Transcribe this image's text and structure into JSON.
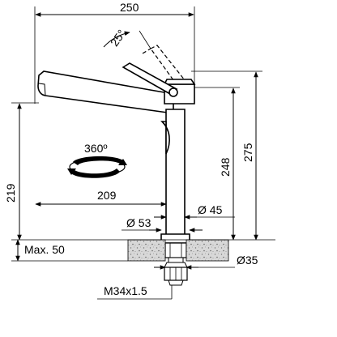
{
  "dimensions": {
    "total_width": "250",
    "swivel_angle": "25°",
    "rotation": "360º",
    "total_height": "275",
    "spout_height": "248",
    "spout_reach": "209",
    "clearance_height": "219",
    "body_diameter": "Ø 45",
    "base_diameter": "Ø 53",
    "max_thickness": "Max. 50",
    "hole_diameter": "Ø35",
    "thread": "M34x1.5"
  }
}
